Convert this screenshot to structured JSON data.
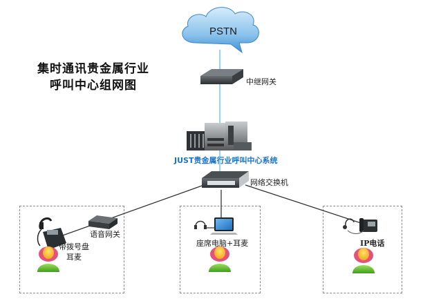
{
  "title": {
    "line1": "集时通讯贵金属行业",
    "line2": "呼叫中心组网图"
  },
  "nodes": {
    "pstn": {
      "label": "PSTN",
      "icon": "cloud-icon"
    },
    "trunk_gateway": {
      "label": "中继网关",
      "icon": "gateway-device-icon"
    },
    "call_center_system": {
      "label": "JUST贵金属行业呼叫中心系统",
      "icon": "server-rack-icon"
    },
    "network_switch": {
      "label": "网络交换机",
      "icon": "network-switch-icon"
    },
    "voice_gateway": {
      "label": "语音网关",
      "icon": "voice-gateway-icon"
    },
    "dialpad_headset": {
      "label_line1": "带拨号盘",
      "label_line2": "耳麦",
      "icon": "dialpad-phone-headset-icon"
    },
    "seat_pc": {
      "label": "座席电脑+耳麦",
      "icon": "laptop-headset-icon"
    },
    "ip_phone": {
      "label": "IP电话",
      "icon": "ip-phone-icon"
    }
  },
  "colors": {
    "backbone_link": "#5bc4e6",
    "lan_link": "#333333",
    "system_label": "#1a73c8",
    "zone_border": "#888888"
  }
}
